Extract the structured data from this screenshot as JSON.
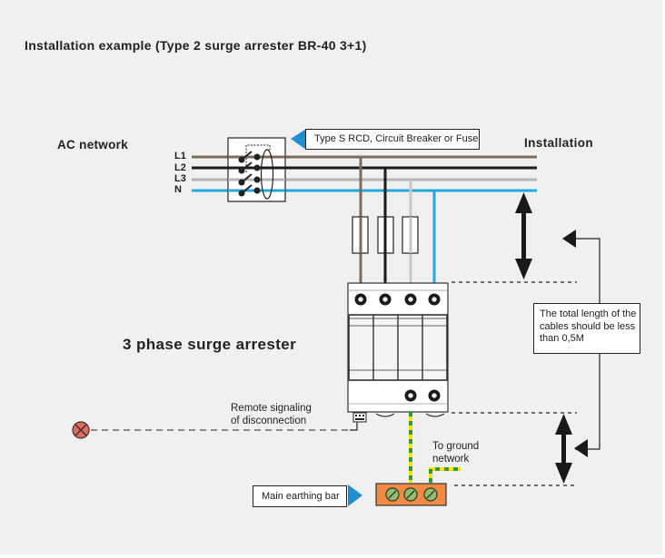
{
  "title": "Installation example (Type 2 surge arrester BR-40 3+1)",
  "labels": {
    "ac_network": "AC network",
    "installation": "Installation",
    "arrester": "3 phase surge arrester",
    "remote_signaling": [
      "Remote signaling",
      "of disconnection"
    ],
    "ground_network": [
      "To ground",
      "network"
    ]
  },
  "lines": [
    {
      "name": "L1",
      "color": "#7d6a58"
    },
    {
      "name": "L2",
      "color": "#1a1a1a"
    },
    {
      "name": "L3",
      "color": "#b5b5b5"
    },
    {
      "name": "N",
      "color": "#22a9e0"
    }
  ],
  "callouts": {
    "rcd": "Type S RCD, Circuit Breaker or Fuse",
    "cable_length": "The total length of the cables should be less than 0,5M",
    "earthing_bar": "Main earthing bar"
  },
  "colors": {
    "callout_pointer": "#1e8fd0",
    "earthing_bar": "#f08a43",
    "screw_green": "#8fbf6a",
    "ground_yellow": "#f2e600",
    "ground_green": "#2e9a3a",
    "signal_lamp": "#e46b5f"
  },
  "earthing_bar_terminals": 3,
  "arrester_poles": 4
}
